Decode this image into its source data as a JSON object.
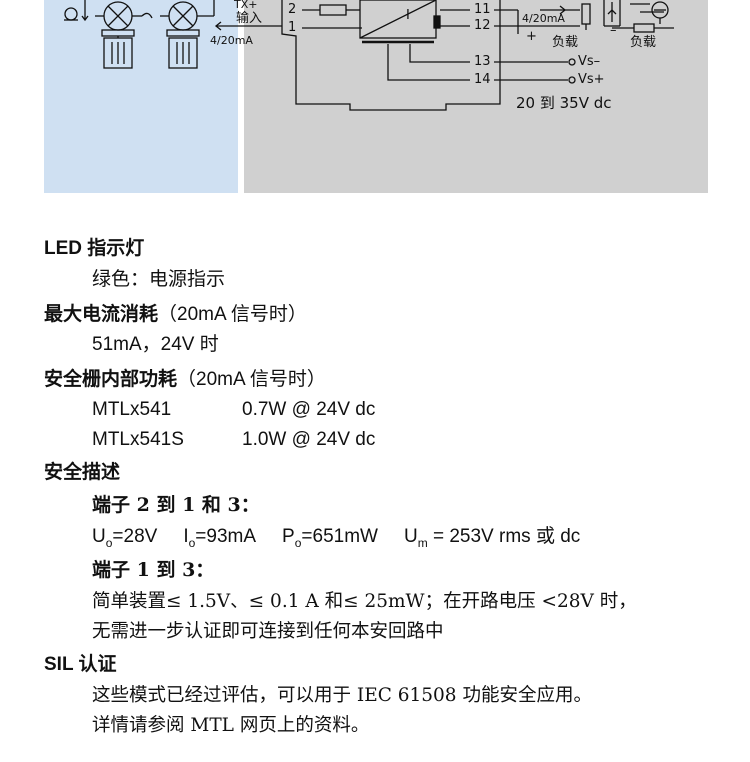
{
  "diagram": {
    "tx_label": "TX+",
    "input_label": "输入",
    "loop_label_left": "4/20mA",
    "loop_label_right": "4/20mA",
    "terminals": {
      "t2": "2",
      "t1": "1",
      "t11": "11",
      "t12": "12",
      "t13": "13",
      "t14": "14"
    },
    "isolator_symbol": "I",
    "load_label_1": "负载",
    "load_label_2": "负载",
    "plus": "+",
    "minus": "–",
    "vs_minus": "Vs–",
    "vs_plus": "Vs+",
    "supply": "20 到 35V dc"
  },
  "led": {
    "heading": "LED 指示灯",
    "value": "绿色：电源指示"
  },
  "max_current": {
    "heading": "最大电流消耗",
    "note": "（20mA 信号时）",
    "value": "51mA，24V 时"
  },
  "power": {
    "heading": "安全栅内部功耗",
    "note": "（20mA 信号时）",
    "rows": [
      {
        "model": "MTLx541",
        "value": "0.7W @ 24V dc"
      },
      {
        "model": "MTLx541S",
        "value": "1.0W @ 24V dc"
      }
    ]
  },
  "safety": {
    "heading": "安全描述",
    "sub1": "端子 2 到 1 和 3：",
    "params": {
      "u_sym": "U",
      "u_sub": "o",
      "u_val": "=28V",
      "i_sym": "I",
      "i_sub": "o",
      "i_val": "=93mA",
      "p_sym": "P",
      "p_sub": "o",
      "p_val": "=651mW",
      "um_sym": "U",
      "um_sub": "m",
      "um_val": " = 253V rms 或 dc"
    },
    "sub2": "端子 1 到 3：",
    "line1": "简单装置≤ 1.5V、≤ 0.1 A 和≤ 25mW；在开路电压 <28V 时，",
    "line2": "无需进一步认证即可连接到任何本安回路中"
  },
  "sil": {
    "heading": "SIL 认证",
    "line1": "这些模式已经过评估，可以用于 IEC 61508 功能安全应用。",
    "line2": "详情请参阅 MTL 网页上的资料。"
  }
}
